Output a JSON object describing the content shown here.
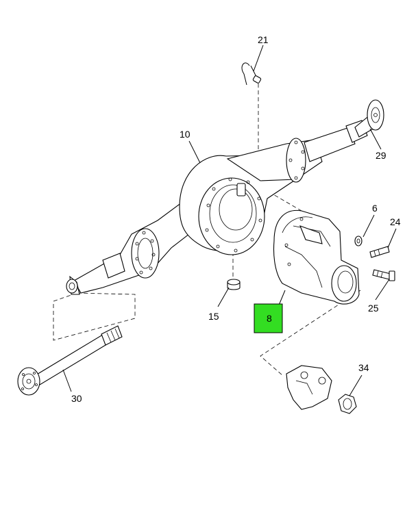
{
  "callouts": {
    "c21": "21",
    "c10": "10",
    "c29": "29",
    "c6": "6",
    "c24": "24",
    "c15": "15",
    "c8": "8",
    "c25": "25",
    "c34": "34",
    "c30": "30"
  },
  "colors": {
    "highlight": "#33dd22",
    "line": "#000000",
    "background": "#ffffff"
  }
}
